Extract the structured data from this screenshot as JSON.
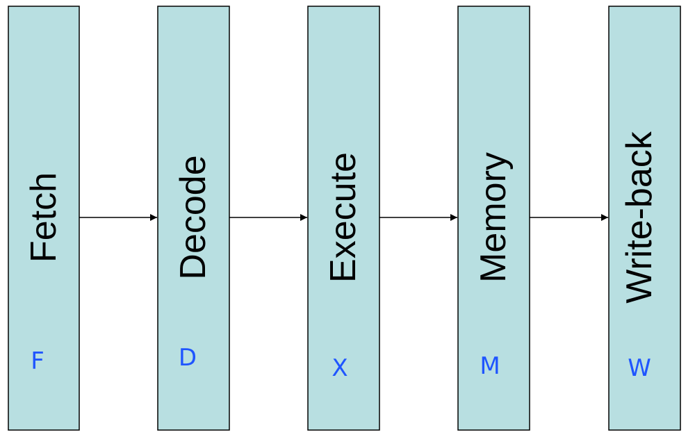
{
  "colors": {
    "stage_fill": "#b8dfe1",
    "stage_border": "#000000",
    "arrow": "#000000",
    "label_text": "#000000",
    "handwriting": "#1f55ff"
  },
  "stages": [
    {
      "label": "Fetch",
      "letter": "F"
    },
    {
      "label": "Decode",
      "letter": "D"
    },
    {
      "label": "Execute",
      "letter": "X"
    },
    {
      "label": "Memory",
      "letter": "M"
    },
    {
      "label": "Write-back",
      "letter": "W"
    }
  ]
}
